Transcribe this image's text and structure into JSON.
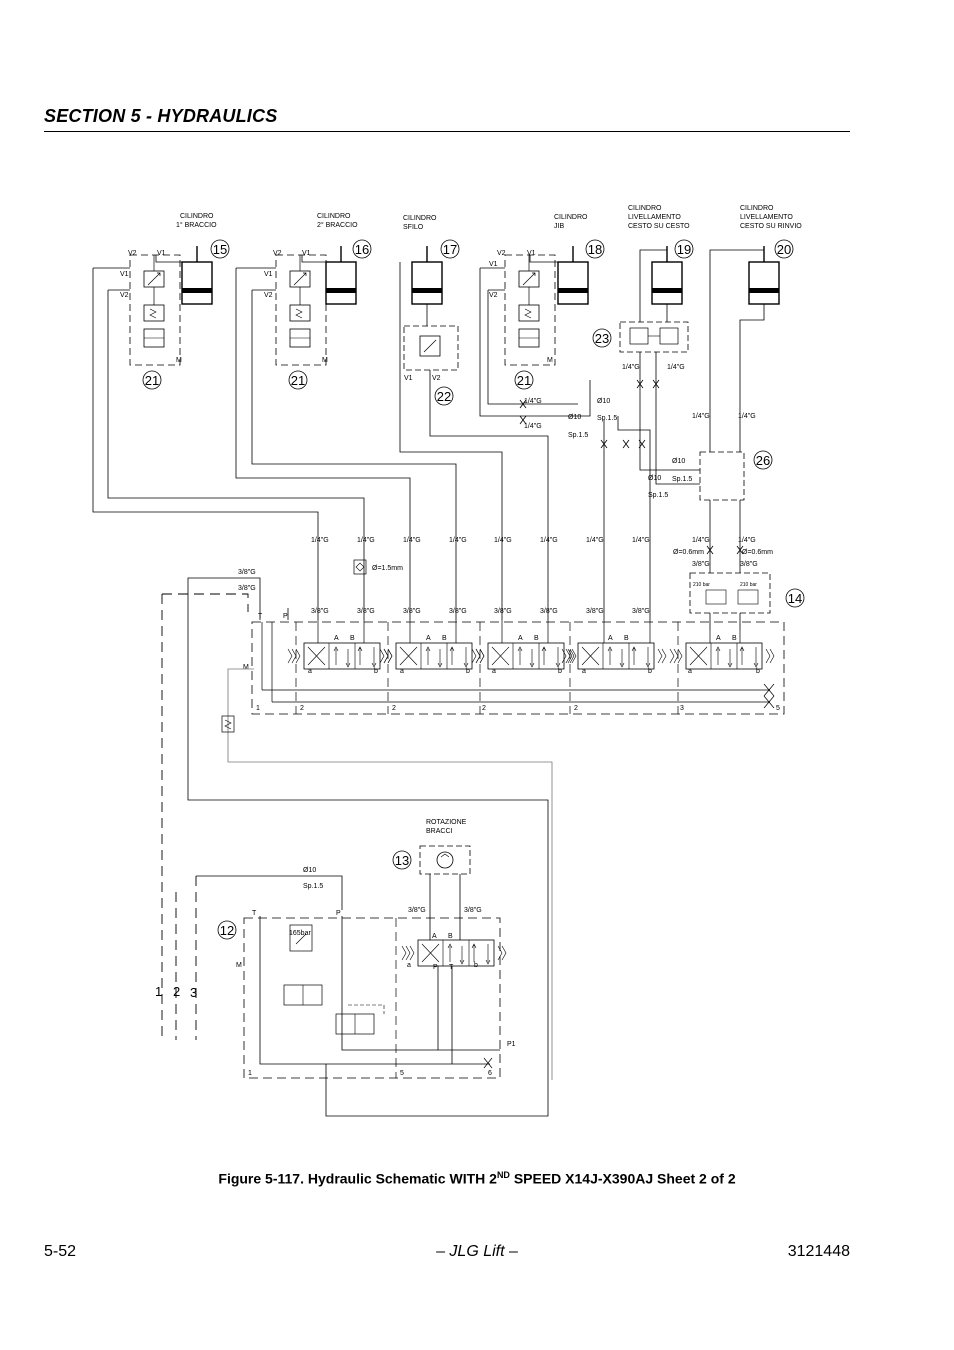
{
  "header": {
    "section_title": "SECTION 5 - HYDRAULICS"
  },
  "cylinders": [
    {
      "num": "15",
      "label_1": "CILINDRO",
      "label_2": "1° BRACCIO"
    },
    {
      "num": "16",
      "label_1": "CILINDRO",
      "label_2": "2° BRACCIO"
    },
    {
      "num": "17",
      "label_1": "CILINDRO",
      "label_2": "SFILO"
    },
    {
      "num": "18",
      "label_1": "CILINDRO",
      "label_2": "JIB"
    },
    {
      "num": "19",
      "label_1": "CILINDRO",
      "label_2": "LIVELLAMENTO",
      "label_3": "CESTO SU CESTO"
    },
    {
      "num": "20",
      "label_1": "CILINDRO",
      "label_2": "LIVELLAMENTO",
      "label_3": "CESTO SU RINVIO"
    }
  ],
  "callouts": {
    "c21": "21",
    "c22": "22",
    "c23": "23",
    "c26": "26",
    "c14": "14",
    "c13": "13",
    "c12": "12"
  },
  "port_labels": {
    "v1": "V1",
    "v2": "V2",
    "m": "M",
    "t": "T",
    "p": "P",
    "a": "A",
    "b": "B",
    "a_low": "a",
    "b_low": "b",
    "p1": "P1"
  },
  "fittings": {
    "quarter_g": "1/4\"G",
    "three_eighths_g": "3/8\"G",
    "dia10": "Ø10",
    "sp15": "Sp.1.5",
    "orifice_15": "Ø=1.5mm",
    "orifice_06": "Ø=0.6mm",
    "bar210": "210 bar",
    "bar165": "165bar"
  },
  "section_numbers": {
    "n1": "1",
    "n2": "2",
    "n3": "3",
    "n5": "5",
    "n6": "6"
  },
  "rotation": {
    "label_1": "ROTAZIONE",
    "label_2": "BRACCI"
  },
  "lines_legend": {
    "l1": "1",
    "l2": "2",
    "l3": "3"
  },
  "caption": {
    "prefix": "Figure 5-117.  Hydraulic Schematic WITH 2",
    "sup": "ND",
    "suffix": " SPEED X14J-X390AJ Sheet 2 of 2"
  },
  "footer": {
    "page": "5-52",
    "brand": "– JLG Lift –",
    "doc": "3121448"
  }
}
